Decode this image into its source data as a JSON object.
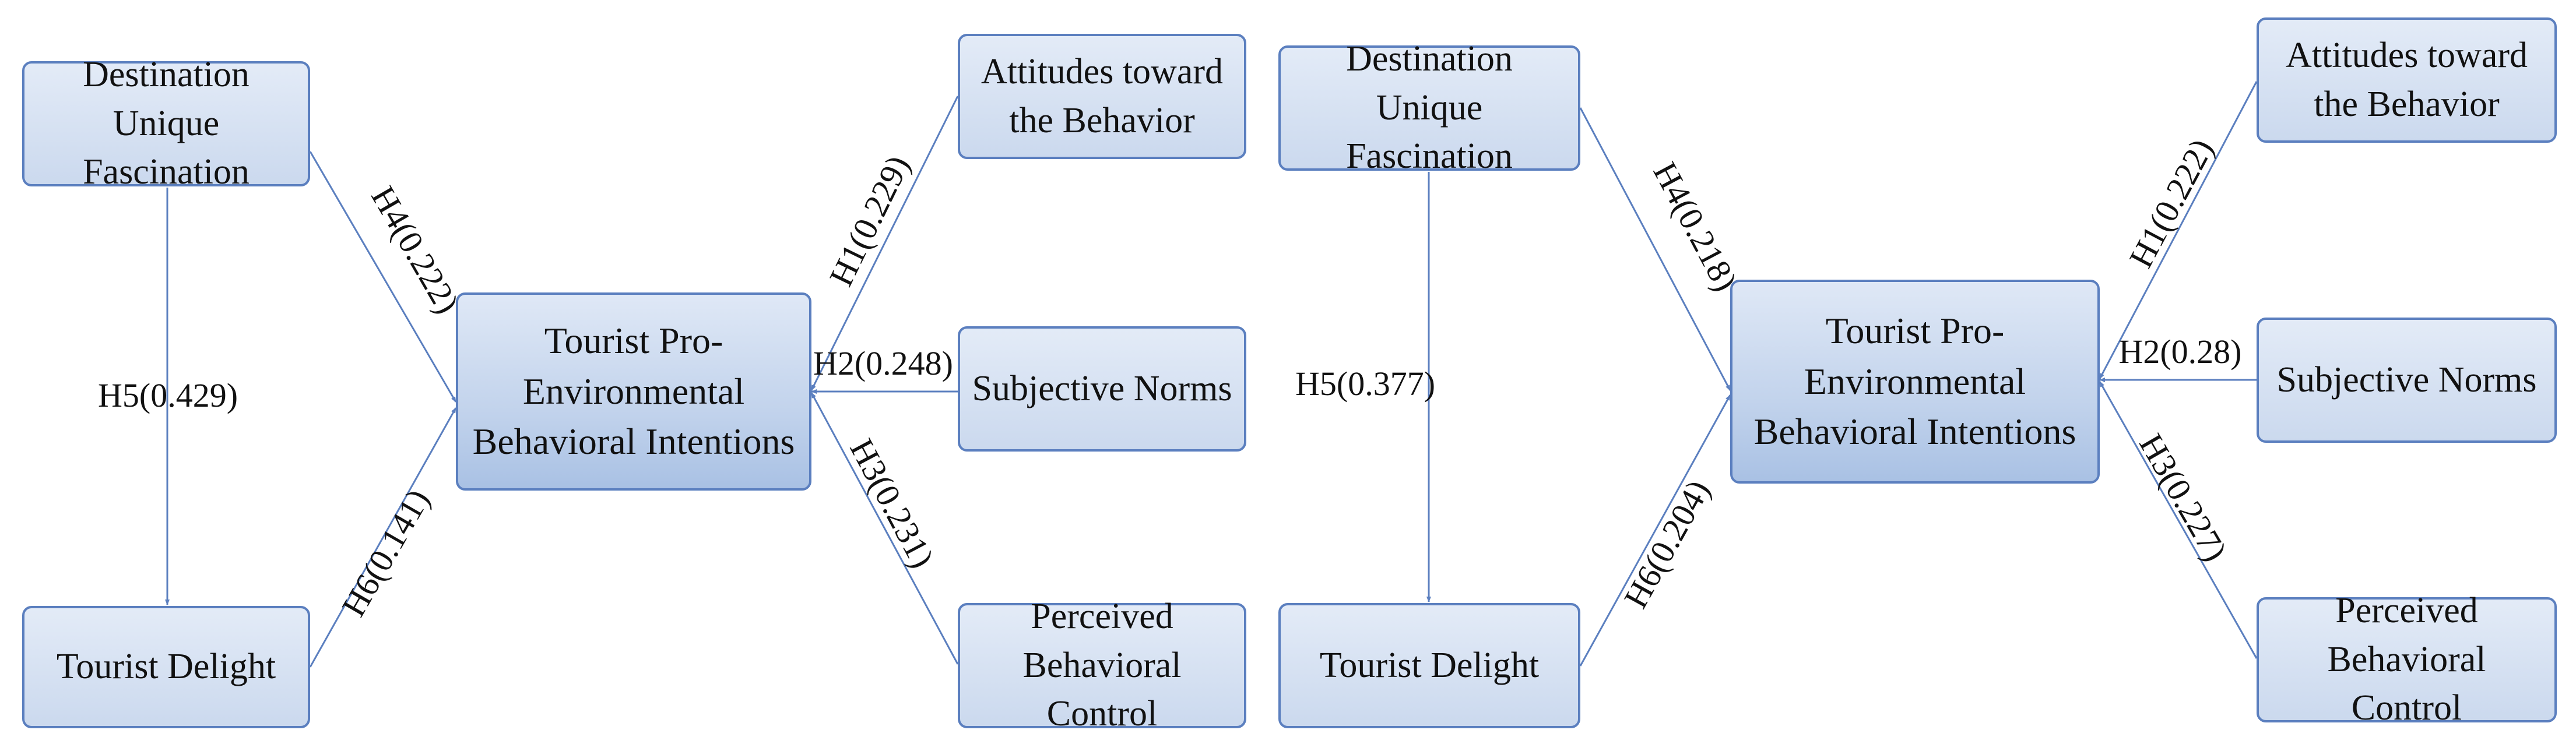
{
  "models": [
    {
      "nodes": {
        "duf": "Destination Unique Fascination",
        "td": "Tourist Delight",
        "tpebi": "Tourist Pro-Environmental Behavioral Intentions",
        "atb": "Attitudes toward the Behavior",
        "sn": "Subjective Norms",
        "pbc": "Perceived Behavioral Control"
      },
      "paths": {
        "h1": "H1(0.229)",
        "h2": "H2(0.248)",
        "h3": "H3(0.231)",
        "h4": "H4(0.222)",
        "h5": "H5(0.429)",
        "h6": "H6(0.141)"
      }
    },
    {
      "nodes": {
        "duf": "Destination Unique Fascination",
        "td": "Tourist Delight",
        "tpebi": "Tourist Pro-Environmental Behavioral Intentions",
        "atb": "Attitudes toward the Behavior",
        "sn": "Subjective Norms",
        "pbc": "Perceived Behavioral Control"
      },
      "paths": {
        "h1": "H1(0.222)",
        "h2": "H2(0.28)",
        "h3": "H3(0.227)",
        "h4": "H4(0.218)",
        "h5": "H5(0.377)",
        "h6": "H6(0.204)"
      }
    }
  ],
  "colors": {
    "line": "#5b7fbf",
    "box_border": "#5b7fbf",
    "box_fill": "#d6e2f3"
  }
}
